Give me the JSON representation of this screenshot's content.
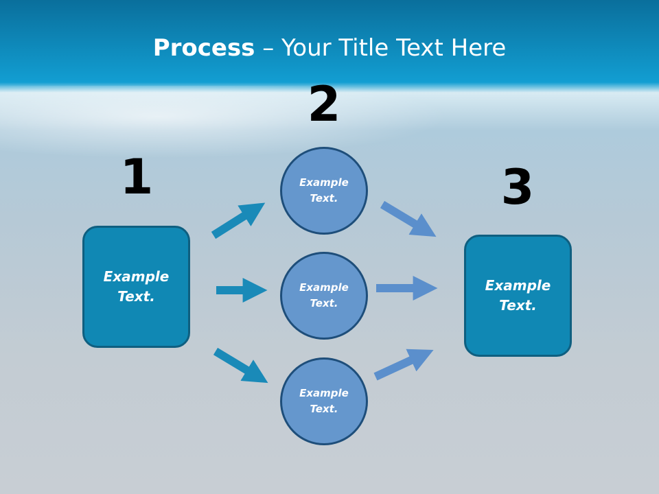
{
  "title": {
    "bold": "Process",
    "rest": " – Your Title Text Here"
  },
  "steps": {
    "one": "1",
    "two": "2",
    "three": "3"
  },
  "boxes": {
    "left": "Example Text.",
    "right": "Example Text."
  },
  "circles": [
    "Example Text.",
    "Example Text.",
    "Example Text."
  ],
  "colors": {
    "box": "#1088b4",
    "circle": "#6597cd",
    "arrow_left": "#1a8ab8",
    "arrow_right": "#5b8fcc"
  }
}
